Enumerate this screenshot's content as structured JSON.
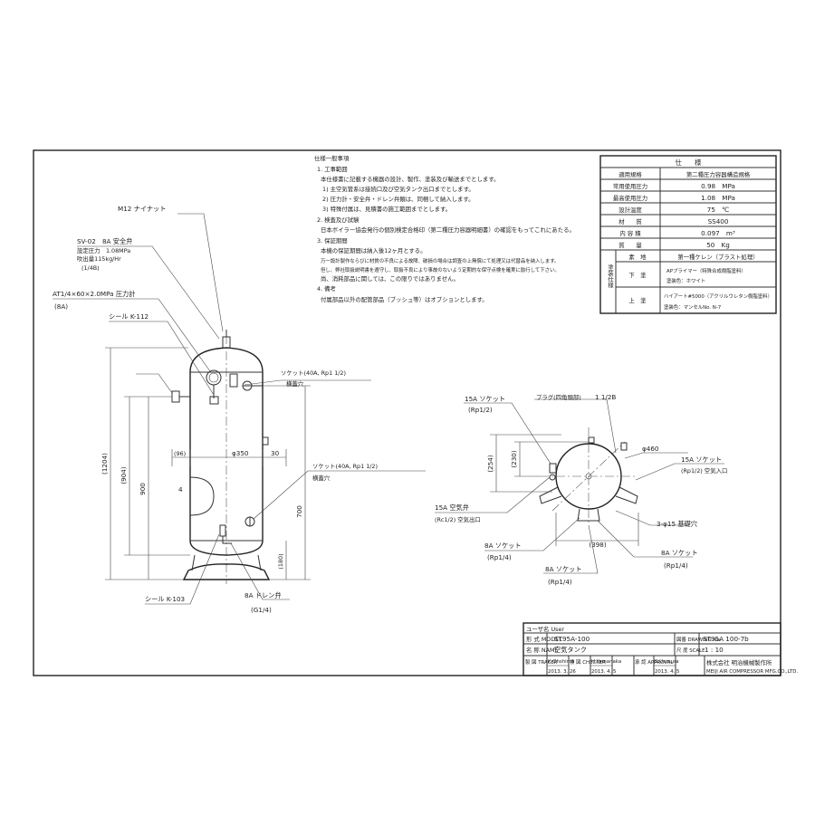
{
  "notes": {
    "heading": "仕様一般事項",
    "lines": [
      "1. 工事範囲",
      "本仕様書に記載する機器の設計、製作、塗装及び輸送までとします。",
      "1) 主空気管系は接続口及び空気タンク出口までとします。",
      "2) 圧力計・安全弁・ドレン弁類は、同梱して納入します。",
      "3) 特殊付属は、見積書の施工範囲までとします。",
      "2. 検査及び試験",
      "日本ボイラー協会発行の個別検定合格印（第二種圧力容器明細書）の確認をもってこれにあたる。",
      "3. 保証期間",
      "本機の保証期間は納入後12ヶ月とする。",
      "万一設計製作ならびに材質の不良による故障、破損の場合は調査の上無償にて処理又は代替品を納入します。",
      "但し、弊社取扱説明書を遵守し、取扱不良により事故のないよう定期的な保守点検を確実に励行して下さい。",
      "尚、消耗部品に関しては、この限りではありません。",
      "4. 備考",
      "付属部品以外の配管部品（ブッシュ等）はオプションとします。"
    ]
  },
  "spec_table": {
    "header": "仕　　様",
    "rows": [
      {
        "label": "適用規格",
        "value": "第二種圧力容器構造規格"
      },
      {
        "label": "常用使用圧力",
        "value": "0.98　MPa"
      },
      {
        "label": "最高使用圧力",
        "value": "1.08　MPa"
      },
      {
        "label": "設計温度",
        "value": "75　℃"
      },
      {
        "label": "材　　質",
        "value": "SS400"
      },
      {
        "label": "内 容 積",
        "value": "0.097　m³"
      },
      {
        "label": "質　　量",
        "value": "50　Kg"
      }
    ],
    "paint_group": "塗装仕様",
    "paint_rows": [
      {
        "label": "素　地",
        "value": "第一種ケレン（ブラスト処理）"
      },
      {
        "label": "下　塗",
        "value": "APプライマー（特殊合成樹脂塗料）",
        "value2": "塗装色：ホワイト"
      },
      {
        "label": "上　塗",
        "value": "ハイアート#5000（アクリルウレタン樹脂塗料）",
        "value2": "塗装色：マンセルNo. N-7"
      }
    ]
  },
  "side_view": {
    "labels": {
      "nut": "M12 ナイナット",
      "safety_valve": "SV-02　8A 安全弁",
      "set_pressure": "設定圧力　1.08MPa",
      "blowoff": "吹出量115kg/Hr",
      "safety_size": "(1/4B)",
      "gauge": "AT1/4×60×2.0MPa 圧力計",
      "gauge_size": "(8A)",
      "seal_top": "シール K-112",
      "socket_top": "ソケット(40A, Rp1 1/2)",
      "socket_top_note": "横蓋穴",
      "socket_bottom": "ソケット(40A, Rp1 1/2)",
      "socket_bottom_note": "横蓋穴",
      "seal_bottom": "シール K-103",
      "drain": "8A ドレン弁",
      "drain_size": "(G1/4)"
    },
    "dims": {
      "overall_height": "(1204)",
      "body_height": "(904)",
      "outlet_height": "900",
      "inlet_height": "700",
      "offset_96": "(96)",
      "diameter": "φ350",
      "offset_30": "30",
      "thickness": "4",
      "base_height": "(180)"
    }
  },
  "top_view": {
    "labels": {
      "socket_15a_left": "15A ソケット",
      "socket_15a_left_size": "(Rp1/2)",
      "plug": "プラグ(四角頭部)",
      "plug_size": "1 1/2B",
      "diameter": "φ460",
      "socket_in": "15A ソケット",
      "socket_in_size": "(Rp1/2) 空気入口",
      "air_valve": "15A 空気弁",
      "air_valve_size": "(Rc1/2) 空気出口",
      "holes": "3-φ15 基礎穴",
      "socket_8a_left": "8A ソケット",
      "socket_8a_left_size": "(Rp1/4)",
      "socket_8a_right": "8A ソケット",
      "socket_8a_right_size": "(Rp1/4)",
      "socket_8a_mid": "8A ソケット",
      "socket_8a_mid_size": "(Rp1/4)"
    },
    "dims": {
      "d254": "(254)",
      "d230": "(230)",
      "d398": "(398)"
    }
  },
  "title_block": {
    "user_label": "ユーザ名 User",
    "model_label": "形 式 MODEL",
    "model_value": "ST95A-100",
    "drawing_label": "図番 DRAWING No.",
    "drawing_value": "ST95A 100-7b",
    "name_label": "名 称 NAME",
    "name_value": "空気タンク",
    "scale_label": "尺 度 SCALE",
    "scale_value": "1 : 10",
    "tracer_label": "製 図 TRACER",
    "tracer_name": "K.Ohshima",
    "tracer_date": "2013. 3. 26",
    "checker_label": "検 図 CHECKER",
    "checker_name": "H.Yamanaka",
    "checker_date": "2013. 4. 5",
    "approval_label": "承 認 APPROVAL",
    "approval_name": "S.Uemura",
    "approval_date": "2013. 4. 5",
    "company": "株式会社 明治機械製作所",
    "company_en": "MEIJI AIR COMPRESSOR MFG.CO.,LTD."
  }
}
